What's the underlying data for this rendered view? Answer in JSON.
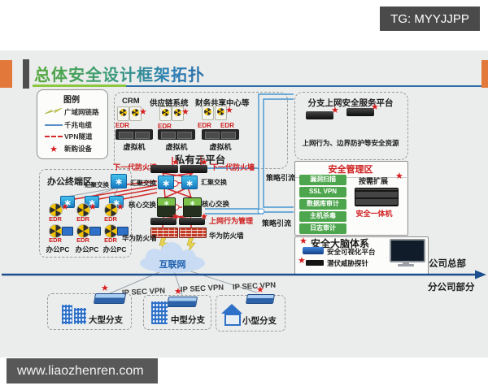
{
  "watermark": "TG: MYYJJPP",
  "footer_url": "www.liaozhenren.com",
  "slide_title": "总体安全设计框架拓扑",
  "legend": {
    "title": "图例",
    "wan": "广域网链路",
    "cable": "千兆电缆",
    "vpn": "VPN隧道",
    "new_device": "新购设备"
  },
  "cloud": {
    "apps": [
      "CRM",
      "供应链系统",
      "财务共享中心等"
    ],
    "edr": "EDR",
    "vm": "虚拟机",
    "title": "私有云平台"
  },
  "branch_platform": {
    "title": "分支上网安全服务平台",
    "subtitle": "上网行为、边界防护等安全资源"
  },
  "security_zone": {
    "title": "安全管理区",
    "services": [
      "漏洞扫描",
      "SSL VPN",
      "数据库审计",
      "主机杀毒",
      "日志审计"
    ],
    "expand": "按需扩展",
    "appliance": "安全一体机"
  },
  "brain": {
    "title": "安全大脑体系",
    "visual": "安全可视化平台",
    "probe": "潜伏威胁探针"
  },
  "hq_label": "公司总部",
  "branch_label": "分公司部分",
  "office": {
    "title": "办公终端区",
    "agg": "汇聚交换",
    "edr": "EDR",
    "pc": "办公PC"
  },
  "net": {
    "ngfw": "下一代防火墙",
    "agg": "汇聚交换",
    "core": "核心交换",
    "behavior": "上网行为管理",
    "huawei": "华为防火墙",
    "policy": "策略引流",
    "internet": "互联网"
  },
  "branches": {
    "vpn": "IP SEC VPN",
    "large": "大型分支",
    "medium": "中型分支",
    "small": "小型分支"
  },
  "colors": {
    "accent_orange": "#e2793a",
    "title_green": "#53a838",
    "title_blue": "#2b6ea6",
    "line_blue": "#4596d2",
    "line_red": "#d42a2a",
    "green_button": "#4da64d",
    "red_text": "#cf1d1d",
    "divider_blue": "#1d4f8f"
  }
}
